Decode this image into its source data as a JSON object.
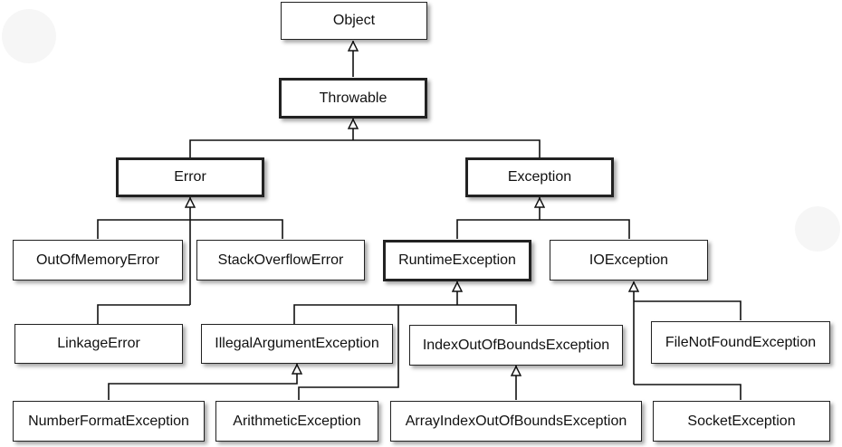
{
  "diagram": {
    "nodes": {
      "object": "Object",
      "throwable": "Throwable",
      "error": "Error",
      "exception": "Exception",
      "out_of_memory_error": "OutOfMemoryError",
      "stack_overflow_error": "StackOverflowError",
      "runtime_exception": "RuntimeException",
      "io_exception": "IOException",
      "linkage_error": "LinkageError",
      "illegal_argument_exception": "IllegalArgumentException",
      "index_out_of_bounds_exception": "IndexOutOfBoundsException",
      "file_not_found_exception": "FileNotFoundException",
      "number_format_exception": "NumberFormatException",
      "arithmetic_exception": "ArithmeticException",
      "array_index_out_of_bounds_exception": "ArrayIndexOutOfBoundsException",
      "socket_exception": "SocketException"
    },
    "edges": [
      {
        "child": "throwable",
        "parent": "object"
      },
      {
        "child": "error",
        "parent": "throwable"
      },
      {
        "child": "exception",
        "parent": "throwable"
      },
      {
        "child": "out_of_memory_error",
        "parent": "error"
      },
      {
        "child": "stack_overflow_error",
        "parent": "error"
      },
      {
        "child": "linkage_error",
        "parent": "error"
      },
      {
        "child": "runtime_exception",
        "parent": "exception"
      },
      {
        "child": "io_exception",
        "parent": "exception"
      },
      {
        "child": "illegal_argument_exception",
        "parent": "runtime_exception"
      },
      {
        "child": "index_out_of_bounds_exception",
        "parent": "runtime_exception"
      },
      {
        "child": "arithmetic_exception",
        "parent": "runtime_exception"
      },
      {
        "child": "number_format_exception",
        "parent": "illegal_argument_exception"
      },
      {
        "child": "array_index_out_of_bounds_exception",
        "parent": "index_out_of_bounds_exception"
      },
      {
        "child": "file_not_found_exception",
        "parent": "io_exception"
      },
      {
        "child": "socket_exception",
        "parent": "io_exception"
      }
    ]
  }
}
